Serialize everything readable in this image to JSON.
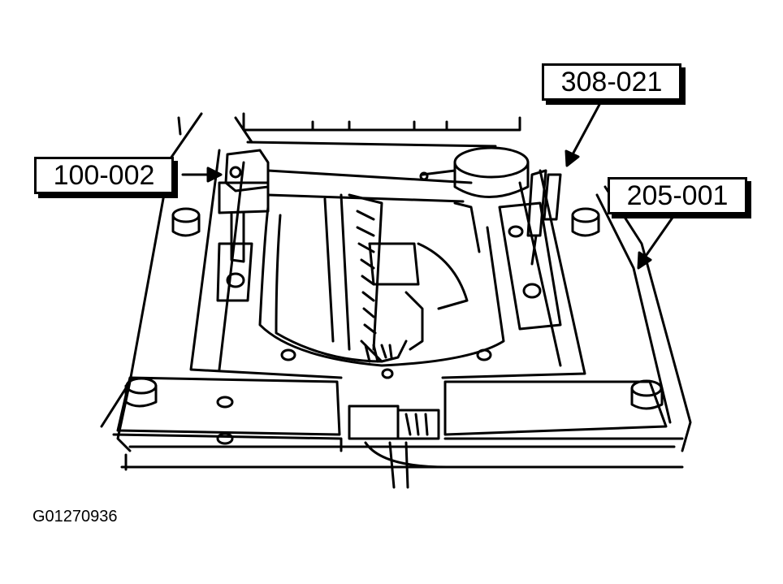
{
  "callouts": {
    "tool_100_002": "100-002",
    "tool_308_021": "308-021",
    "tool_205_001": "205-001"
  },
  "figure_id": "G01270936",
  "colors": {
    "ink": "#000000",
    "paper": "#ffffff"
  }
}
